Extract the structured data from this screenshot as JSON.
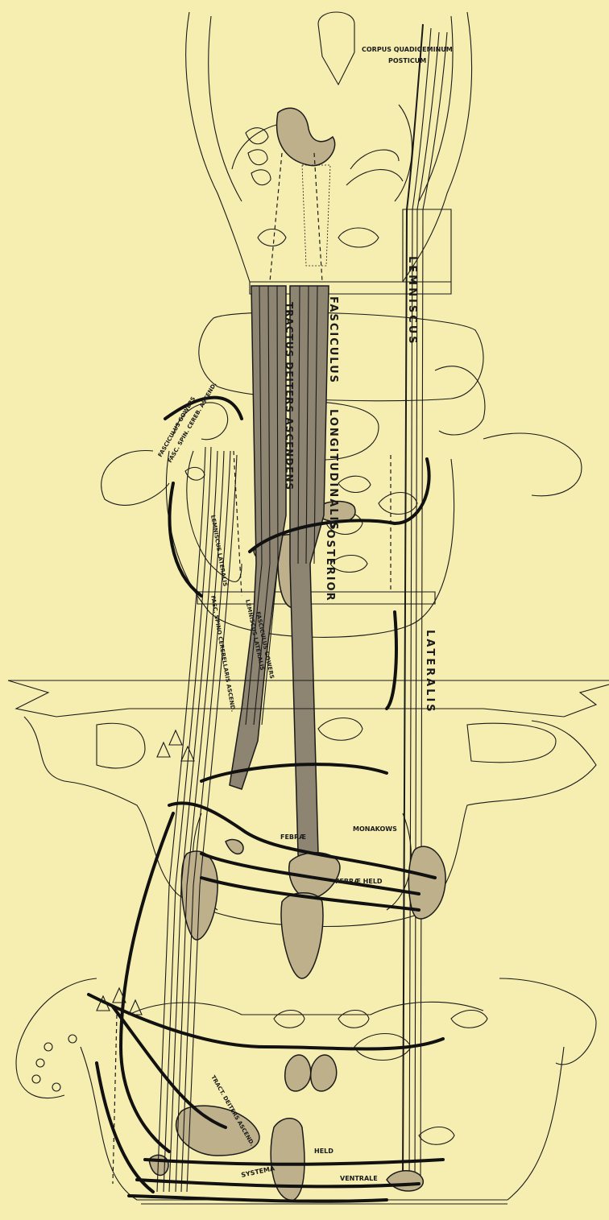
{
  "labels": {
    "corpus_quadrigeminum": "CORPUS QUADIGEMINUM",
    "posticum": "POSTICUM",
    "lemniscus": "LEMNISCUS",
    "lateralis": "LATERALIS",
    "fasciculus": "FASCICULUS",
    "longitudinalis": "LONGITUDINALIS",
    "posterior": "POSTERIOR",
    "tractus_deiters_ascendens": "TRACTUS DEITERS ASCENDENS",
    "fasciculus_gowers_top": "FASCICULUS GOWERS",
    "fasc_spin_cereb_ascend": "FASC. SPIN. CEREB. ASCEND.",
    "lemniscus_lateralis": "LEMNISCUS LATERALIS",
    "fasc_spino_cerebellaris_ascend": "FASC. SPINO CEREBELLARIS ASCEND.",
    "lemniscus_lateralis_2": "LEMNISCUS LATERALIS",
    "fasciculus_gowers_mid": "FASCICULUS GOWERS",
    "febrae_monakows_1": "FEBRÆ",
    "febrae_monakows_2": "MONAKOWS",
    "febrae_held": "FEBRÆ HELD",
    "tractus_deiters_ascend_low": "TRACT. DEITERS ASCEND.",
    "helo": "HELD",
    "systema": "SYSTEMA",
    "ventrale": "VENTRALE"
  }
}
